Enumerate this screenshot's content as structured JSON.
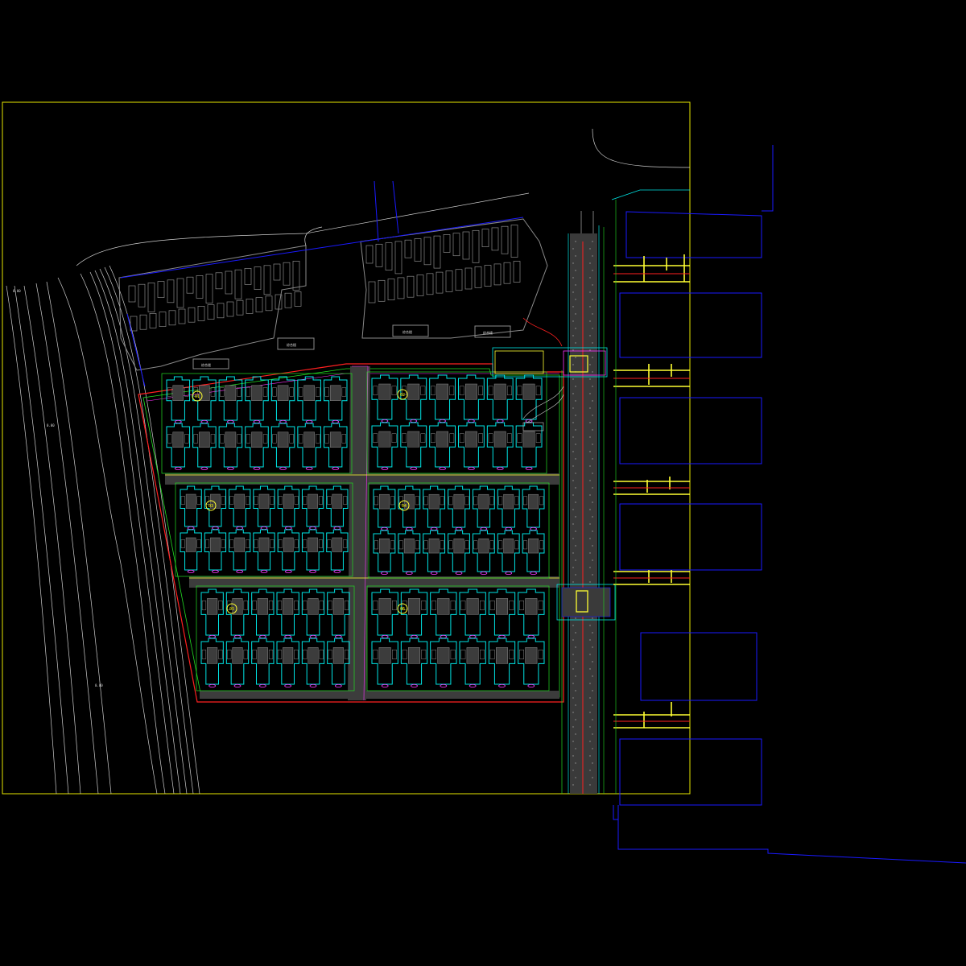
{
  "drawing": {
    "background": "#000000",
    "frame_color": "#e6e600",
    "colors": {
      "white": "#cfcfcf",
      "gray": "#8a8a8a",
      "blue": "#1a1aff",
      "cyan": "#00e5e5",
      "yellow": "#ffff33",
      "green": "#22dd22",
      "red": "#ff2020",
      "magenta": "#ff33ff",
      "darkgray": "#3c3c3c"
    },
    "block_markers": [
      "01",
      "02",
      "03",
      "04",
      "05",
      "06"
    ],
    "site_labels": {
      "north_left": "综合楼",
      "north_mid": "综合楼",
      "north_right": "综合楼",
      "north_far": "综合楼",
      "river_top": "0.00",
      "river_mid": "0.00",
      "river_low": "0.00"
    }
  }
}
